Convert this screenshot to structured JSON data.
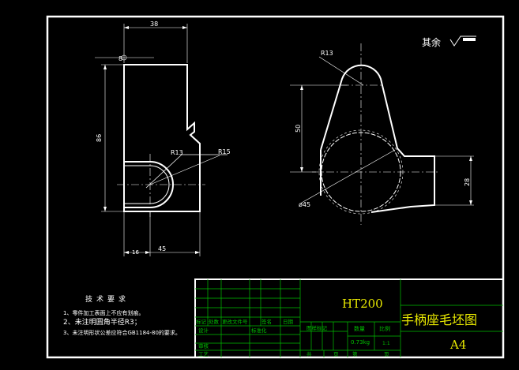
{
  "roughness_note": "其余",
  "front_view": {
    "dim_width": "38",
    "dim_top": "8",
    "dim_height": "86",
    "dim_bottom_small": "16",
    "dim_bottom": "45",
    "radius_inner": "R13",
    "radius_outer": "R15"
  },
  "side_view": {
    "radius_top": "R13",
    "dim_height": "50",
    "dim_diameter": "ø45",
    "dim_right": "28"
  },
  "tech_req": {
    "title": "技术要求",
    "items": [
      "1、零件加工表面上不应有划痕。",
      "2、未注明圆角半径R3；",
      "3、未注明形状公差应符合GB1184-80的要求。"
    ]
  },
  "title_block": {
    "material": "HT200",
    "part_name": "手柄座毛坯图",
    "sheet_size": "A4",
    "weight": "0.73kg",
    "scale": "1:1",
    "labels": {
      "mark": "标记",
      "count": "处数",
      "change_doc": "更改文件号",
      "sign": "签名",
      "date": "日期",
      "design": "设计",
      "standardize": "标准化",
      "stage_mark": "图样标记",
      "weight_label": "数量",
      "scale_label": "比例",
      "review": "审核",
      "process": "工艺",
      "sheet_total": "共",
      "sheet_unit": "页",
      "sheet_no": "第"
    }
  }
}
